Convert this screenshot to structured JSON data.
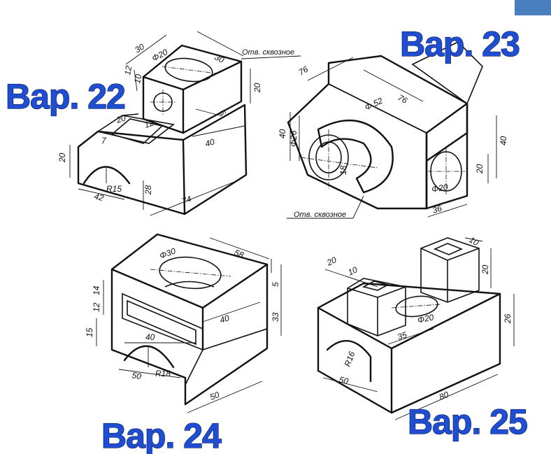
{
  "accent_color": "#1f4fd0",
  "corner_color": "#4a7fbf",
  "labels": {
    "v22": "Вар. 22",
    "v23": "Вар. 23",
    "v24": "Вар. 24",
    "v25": "Вар. 25"
  },
  "notes": {
    "through_hole_22": "Отв. сквозное",
    "through_hole_23": "Отв. сквозное"
  },
  "dims22": {
    "d30a": "30",
    "d30b": "30",
    "phi20": "Φ20",
    "d12": "12",
    "d10": "10",
    "d20top": "20",
    "d6": "6",
    "d40": "40",
    "d20s": "20",
    "d12b": "12",
    "d7": "7",
    "d20left": "20",
    "d28": "28",
    "d42": "42",
    "r15": "R15",
    "d74": "74"
  },
  "dims23": {
    "d76a": "76",
    "d76b": "76",
    "phi52": "Φ 52",
    "d40left": "40",
    "phi26": "Φ26",
    "d18": "18",
    "d40right": "40",
    "d20": "20",
    "phi20": "Φ20",
    "d36": "36"
  },
  "dims24": {
    "phi30": "Φ30",
    "d58": "58",
    "d5": "5",
    "d14": "14",
    "d12": "12",
    "d40": "40",
    "d33": "33",
    "d15": "15",
    "d40b": "40",
    "d50a": "50",
    "r18": "R18",
    "d50b": "50"
  },
  "dims25": {
    "d20a": "20",
    "d10a": "10",
    "d10b": "10",
    "d20b": "20",
    "phi20": "Φ20",
    "d35": "35",
    "d26": "26",
    "r16": "R16",
    "d50": "50",
    "d80": "80"
  }
}
